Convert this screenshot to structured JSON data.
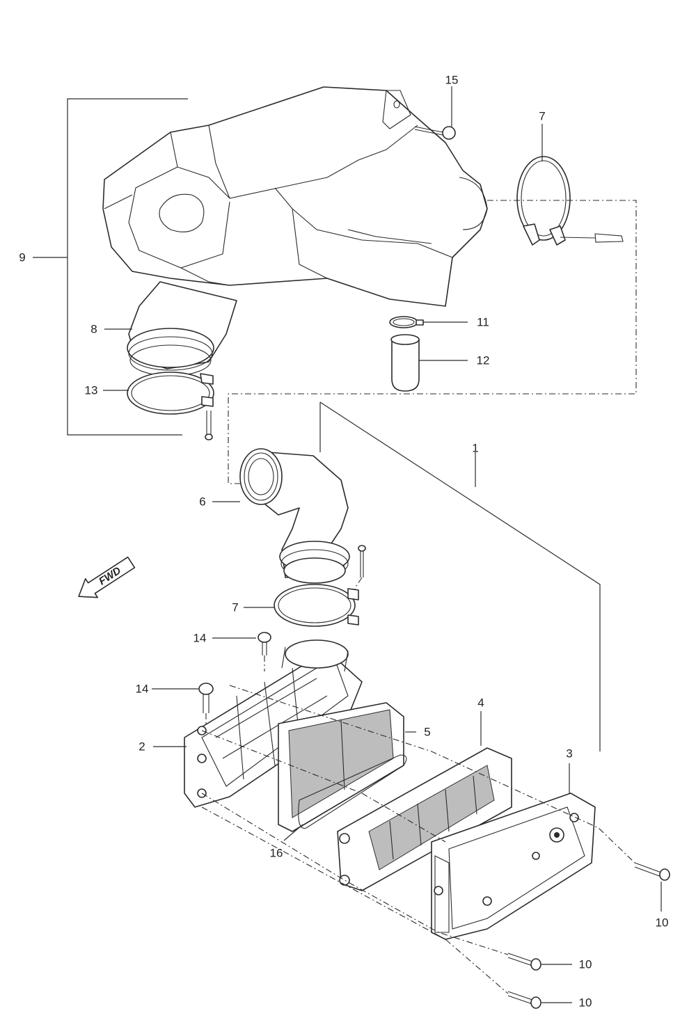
{
  "diagram": {
    "fwd_label": "FWD",
    "callouts": {
      "c1": "1",
      "c2": "2",
      "c3": "3",
      "c4": "4",
      "c5": "5",
      "c6": "6",
      "c7a": "7",
      "c7b": "7",
      "c8": "8",
      "c9": "9",
      "c10a": "10",
      "c10b": "10",
      "c10c": "10",
      "c11": "11",
      "c12": "12",
      "c13": "13",
      "c14a": "14",
      "c14b": "14",
      "c15": "15",
      "c16": "16"
    }
  }
}
